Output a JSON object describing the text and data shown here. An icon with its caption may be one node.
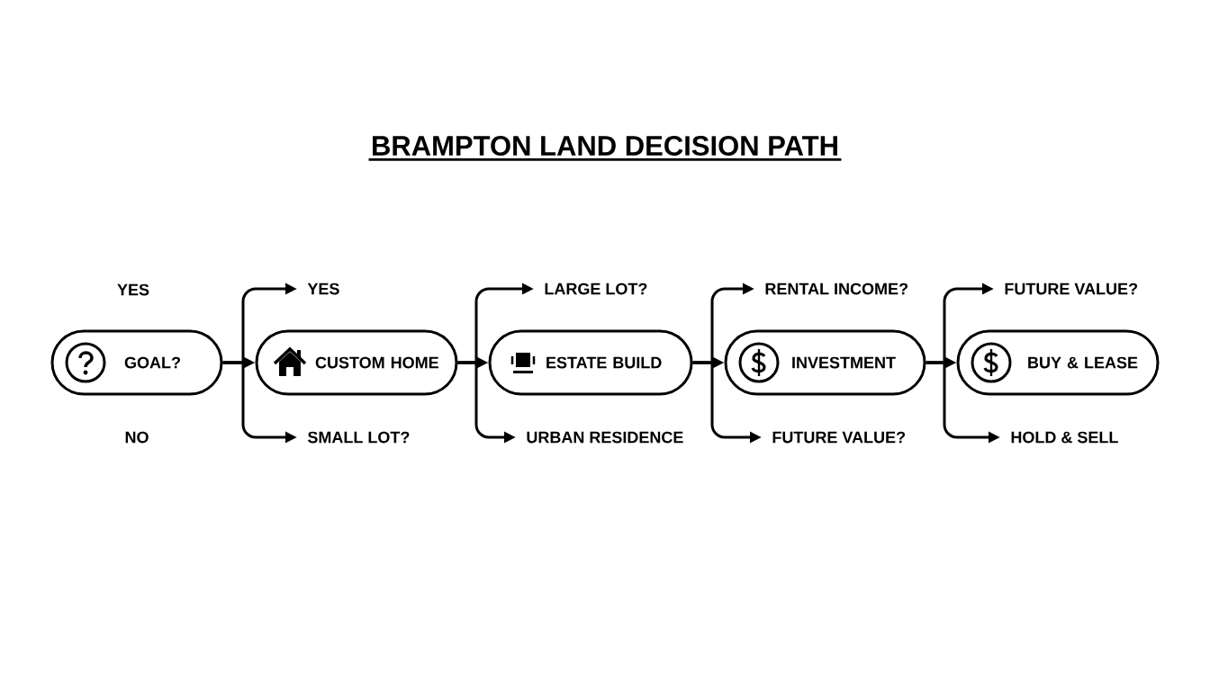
{
  "diagram": {
    "title": "BRAMPTON LAND DECISION PATH",
    "nodes": [
      {
        "text": [
          "GOAL?"
        ]
      },
      {
        "text": [
          "YES"
        ]
      },
      {
        "text": [
          "CUSTOM HOME"
        ]
      },
      {
        "text": [
          "SMALL LOT?"
        ]
      },
      {
        "text": [
          "LARGE LOT?"
        ]
      },
      {
        "text": [
          "ESTATE BUILD"
        ]
      },
      {
        "text": [
          "URBAN RESIDENCE"
        ]
      },
      {
        "text": [
          "RENTAL INCOME?"
        ]
      },
      {
        "text": [
          "INVESTMENT"
        ]
      },
      {
        "text": [
          "FUTURE VALUE?"
        ]
      },
      {
        "text": [
          "FUTURE VALUE?"
        ]
      },
      {
        "text": [
          "BUY & LEASE"
        ]
      },
      {
        "text": [
          "HOLD & SELL"
        ]
      }
    ],
    "edges": [
      {
        "from": 0,
        "to": 1,
        "arrow": "to"
      },
      {
        "from": 0,
        "to": 2,
        "arrow": "to"
      },
      {
        "from": 0,
        "to": 3,
        "arrow": "to"
      },
      {
        "from": 2,
        "to": 4,
        "arrow": "to"
      },
      {
        "from": 2,
        "to": 5,
        "arrow": "to"
      },
      {
        "from": 2,
        "to": 6,
        "arrow": "to"
      },
      {
        "from": 5,
        "to": 7,
        "arrow": "to"
      },
      {
        "from": 5,
        "to": 8,
        "arrow": "to"
      },
      {
        "from": 5,
        "to": 9,
        "arrow": "to"
      },
      {
        "from": 8,
        "to": 10,
        "arrow": "to"
      },
      {
        "from": 8,
        "to": 11,
        "arrow": "to"
      },
      {
        "from": 8,
        "to": 12,
        "arrow": "to"
      }
    ],
    "labels": [
      "YES",
      "NO"
    ]
  }
}
